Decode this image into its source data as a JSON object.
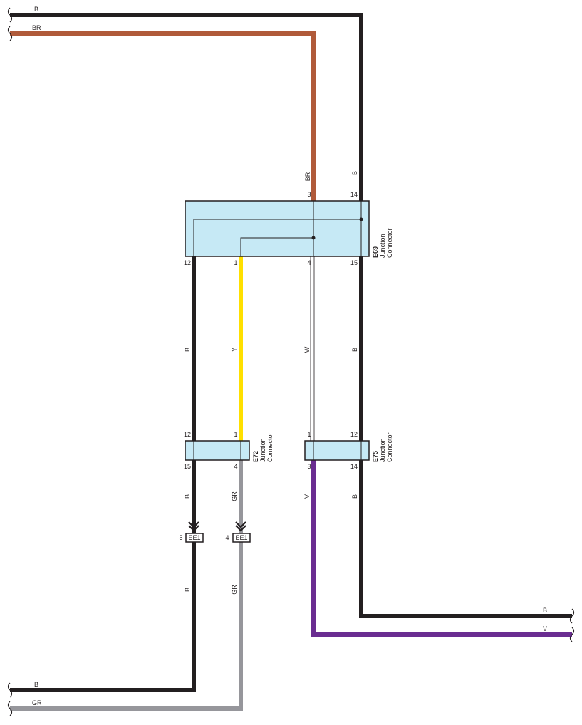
{
  "colors": {
    "B": "#231f20",
    "BR": "#b05a3a",
    "Y": "#ffe000",
    "W": "#ffffff",
    "GR": "#96969b",
    "V": "#6a2d91",
    "connector_fill": "#c6e9f5"
  },
  "wire_labels": {
    "top_b": "B",
    "top_br": "BR",
    "e69_br": "BR",
    "e69_b": "B",
    "mid_b_left": "B",
    "mid_y": "Y",
    "mid_w": "W",
    "mid_b_right": "B",
    "low_b_left": "B",
    "low_gr": "GR",
    "low_v": "V",
    "low_b_right": "B",
    "bot_b_left": "B",
    "bot_gr": "GR",
    "right_b": "B",
    "right_v": "V",
    "bottom_b": "B",
    "bottom_gr": "GR"
  },
  "e69": {
    "code": "E69",
    "name_line1": "Junction",
    "name_line2": "Connector",
    "pins": {
      "top_left": "3",
      "top_right": "14",
      "bot_1": "12",
      "bot_2": "1",
      "bot_3": "4",
      "bot_4": "15"
    }
  },
  "e72": {
    "code": "E72",
    "name_line1": "Junction",
    "name_line2": "Connector",
    "pins": {
      "top_left": "12",
      "top_right": "1",
      "bot_left": "15",
      "bot_right": "4"
    }
  },
  "e75": {
    "code": "E75",
    "name_line1": "Junction",
    "name_line2": "Connector",
    "pins": {
      "top_left": "1",
      "top_right": "12",
      "bot_left": "3",
      "bot_right": "14"
    }
  },
  "ee1_left": {
    "label": "EE1",
    "pin": "5"
  },
  "ee1_right": {
    "label": "EE1",
    "pin": "4"
  }
}
